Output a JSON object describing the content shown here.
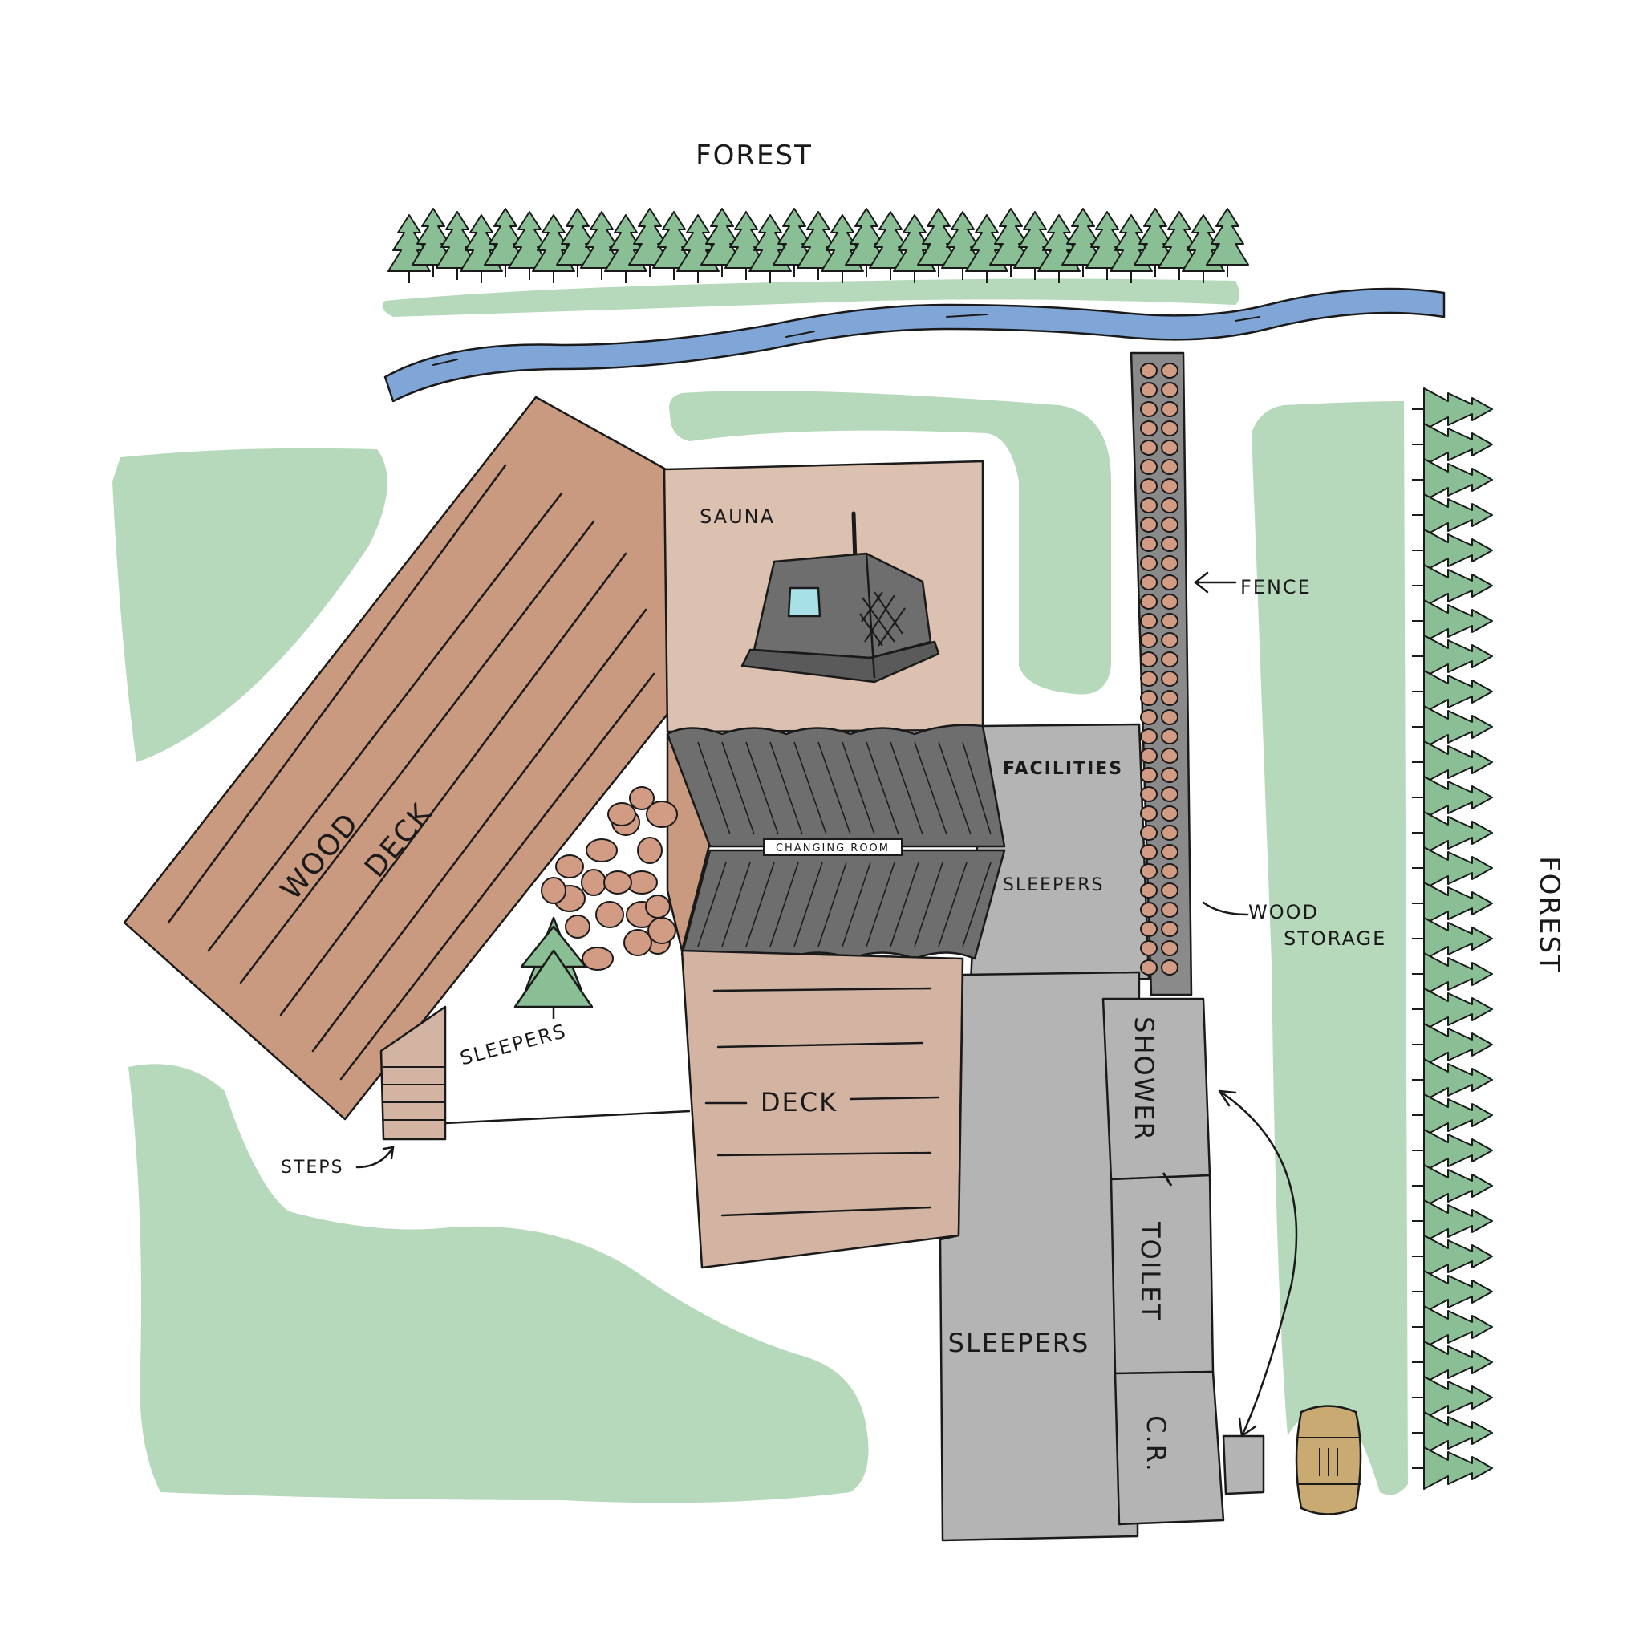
{
  "labels": {
    "forest_top": "FOREST",
    "forest_right": "FOREST",
    "sauna": "SAUNA",
    "fence": "FENCE",
    "wood_storage_line1": "WOOD",
    "wood_storage_line2": "STORAGE",
    "facilities": "FACILITIES",
    "sleepers_facilities": "SLEEPERS",
    "changing_room": "CHANGING ROOM",
    "wood_deck_1": "WOOD",
    "wood_deck_2": "DECK",
    "sleepers_steps": "SLEEPERS",
    "steps": "STEPS",
    "deck": "DECK",
    "shower": "SHOWER",
    "toilet": "TOILET",
    "cr": "C.R.",
    "sleepers_bottom": "SLEEPERS"
  },
  "colors": {
    "grass": "#b6d9bb",
    "tree": "#8abf95",
    "river": "#7fa6d6",
    "wood_deck": "#c99a7f",
    "sauna_area": "#dcc0b0",
    "deck": "#d3b4a2",
    "roof": "#6e6e6e",
    "sleepers": "#b4b4b4",
    "logs": "#d29b84",
    "fence_post": "#8a8a8a",
    "barrel": "#c8aa72",
    "sauna_window": "#a8e0e8"
  }
}
